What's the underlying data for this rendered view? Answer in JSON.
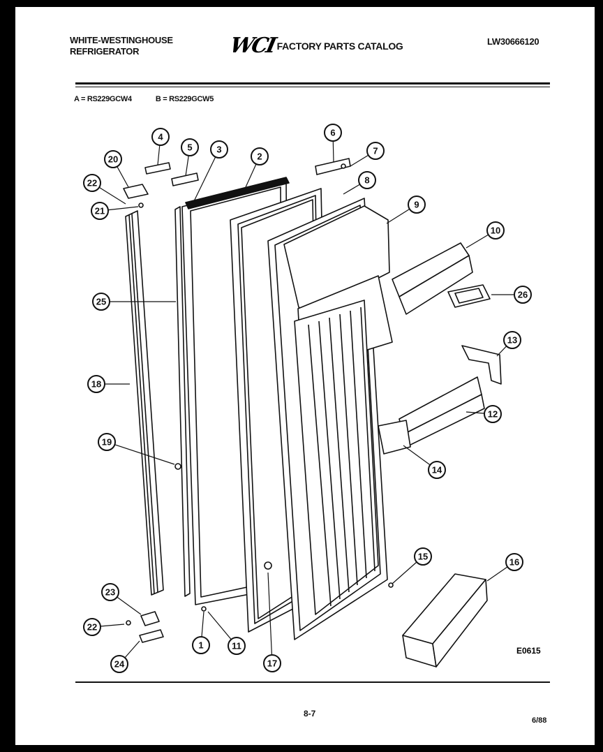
{
  "header": {
    "brand_line1": "WHITE-WESTINGHOUSE",
    "brand_line2": "REFRIGERATOR",
    "logo": "WCI",
    "catalog_title": "FACTORY PARTS CATALOG",
    "part_number": "LW30666120"
  },
  "models": {
    "a": "A = RS229GCW4",
    "b": "B = RS229GCW5"
  },
  "footer": {
    "page": "8-7",
    "date": "6/88",
    "drawing_id": "E0615"
  },
  "callouts": [
    {
      "n": "1"
    },
    {
      "n": "2"
    },
    {
      "n": "3"
    },
    {
      "n": "4"
    },
    {
      "n": "5"
    },
    {
      "n": "6"
    },
    {
      "n": "7"
    },
    {
      "n": "8"
    },
    {
      "n": "9"
    },
    {
      "n": "10"
    },
    {
      "n": "11"
    },
    {
      "n": "12"
    },
    {
      "n": "13"
    },
    {
      "n": "14"
    },
    {
      "n": "15"
    },
    {
      "n": "16"
    },
    {
      "n": "17"
    },
    {
      "n": "18"
    },
    {
      "n": "19"
    },
    {
      "n": "20"
    },
    {
      "n": "21"
    },
    {
      "n": "22"
    },
    {
      "n": "22"
    },
    {
      "n": "23"
    },
    {
      "n": "24"
    },
    {
      "n": "25"
    },
    {
      "n": "26"
    }
  ]
}
